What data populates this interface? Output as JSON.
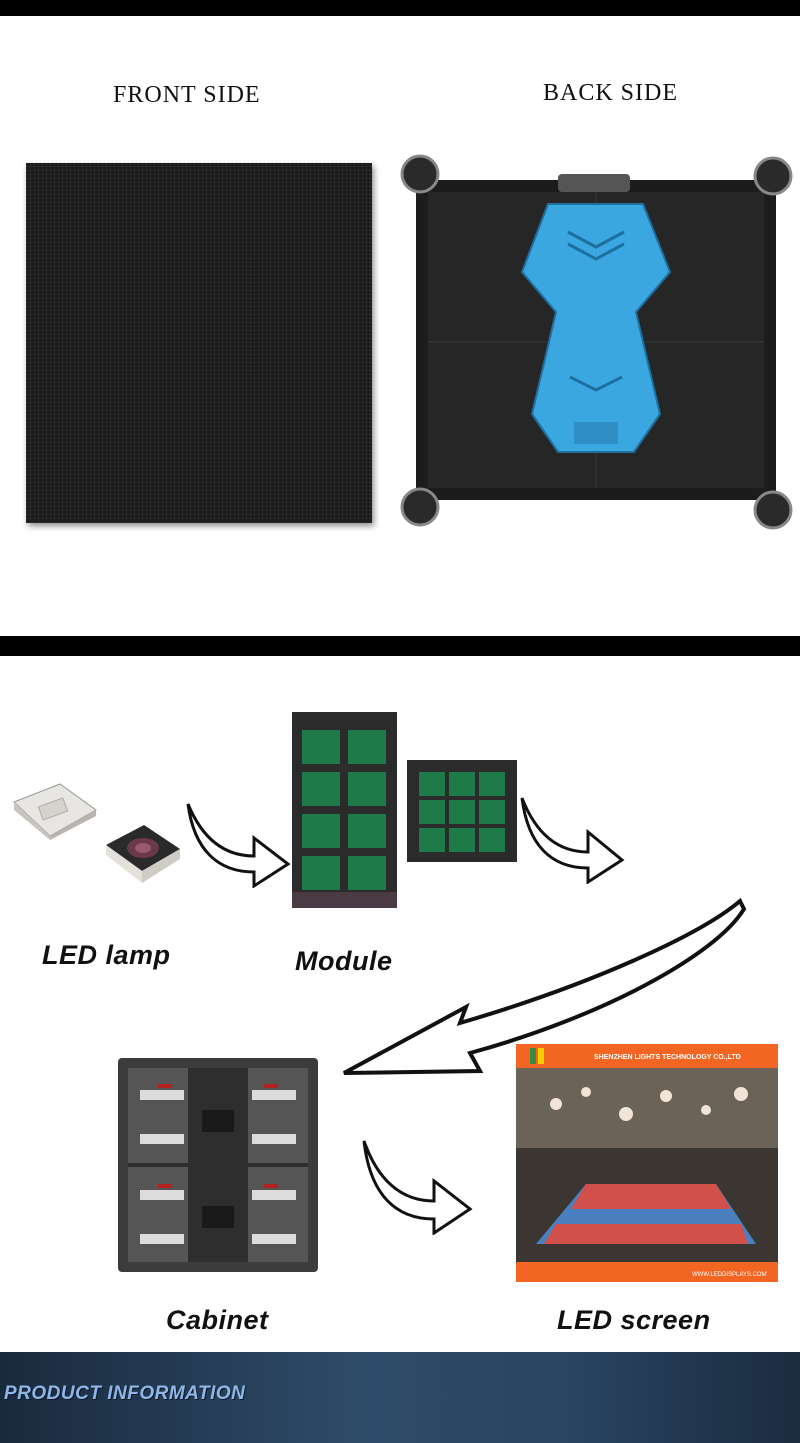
{
  "header": {
    "front_label": "FRONT SIDE",
    "back_label": "BACK SIDE"
  },
  "process": {
    "steps": [
      {
        "label": "LED lamp"
      },
      {
        "label": "Module"
      },
      {
        "label": "Cabinet"
      },
      {
        "label": "LED screen"
      }
    ],
    "screen_banner": "SHENZHEN LIGHTS TECHNOLOGY CO.,LTD",
    "screen_url": "WWW.LEDDISPLAYS.COM"
  },
  "footer": {
    "title": "PRODUCT INFORMATION"
  },
  "colors": {
    "accent_blue": "#3aa7e0",
    "footer_text": "#8fb6e6",
    "screen_border": "#f26522"
  }
}
